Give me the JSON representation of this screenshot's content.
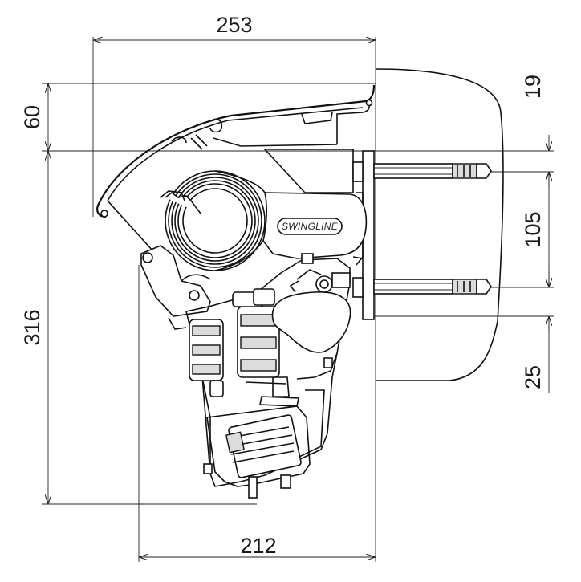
{
  "dimensions": {
    "top_width": "253",
    "bottom_width": "212",
    "left_upper": "60",
    "left_total": "316",
    "right_top": "19",
    "right_middle": "105",
    "right_bottom": "25"
  },
  "product": {
    "brand_label": "SWINGLINE"
  }
}
